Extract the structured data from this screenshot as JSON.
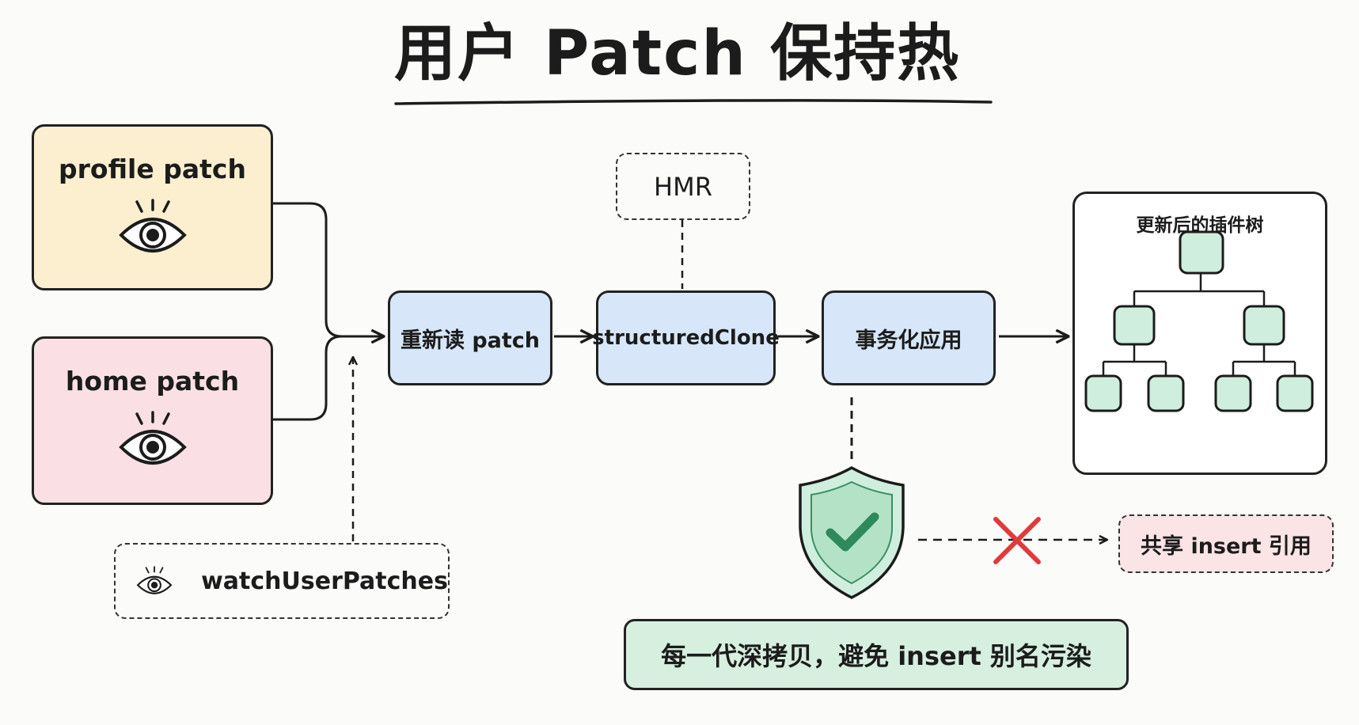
{
  "title": "用户 Patch 保持热",
  "sources": {
    "profile": {
      "label": "profile patch",
      "icon": "eye-icon"
    },
    "home": {
      "label": "home patch",
      "icon": "eye-icon"
    }
  },
  "watcher": {
    "label": "watchUserPatches",
    "icon": "eye-icon"
  },
  "hmr": {
    "label": "HMR"
  },
  "steps": [
    {
      "label": "重新读 patch"
    },
    {
      "label": "structuredClone"
    },
    {
      "label": "事务化应用"
    }
  ],
  "tree": {
    "title": "更新后的插件树",
    "node_color": "#cfeedd"
  },
  "shield": {
    "icon": "shield-check-icon",
    "color": "#cfeedd"
  },
  "blocked": {
    "label": "共享 insert 引用",
    "icon": "cross-icon",
    "color": "#e03a3a"
  },
  "banner": {
    "label": "每一代深拷贝，避免 insert 别名污染"
  },
  "colors": {
    "profile_fill": "#fbefcf",
    "home_fill": "#fae0e4",
    "step_fill": "#d7e7f9",
    "banner_fill": "#d7efdf",
    "shared_fill": "#fbe4e6"
  }
}
